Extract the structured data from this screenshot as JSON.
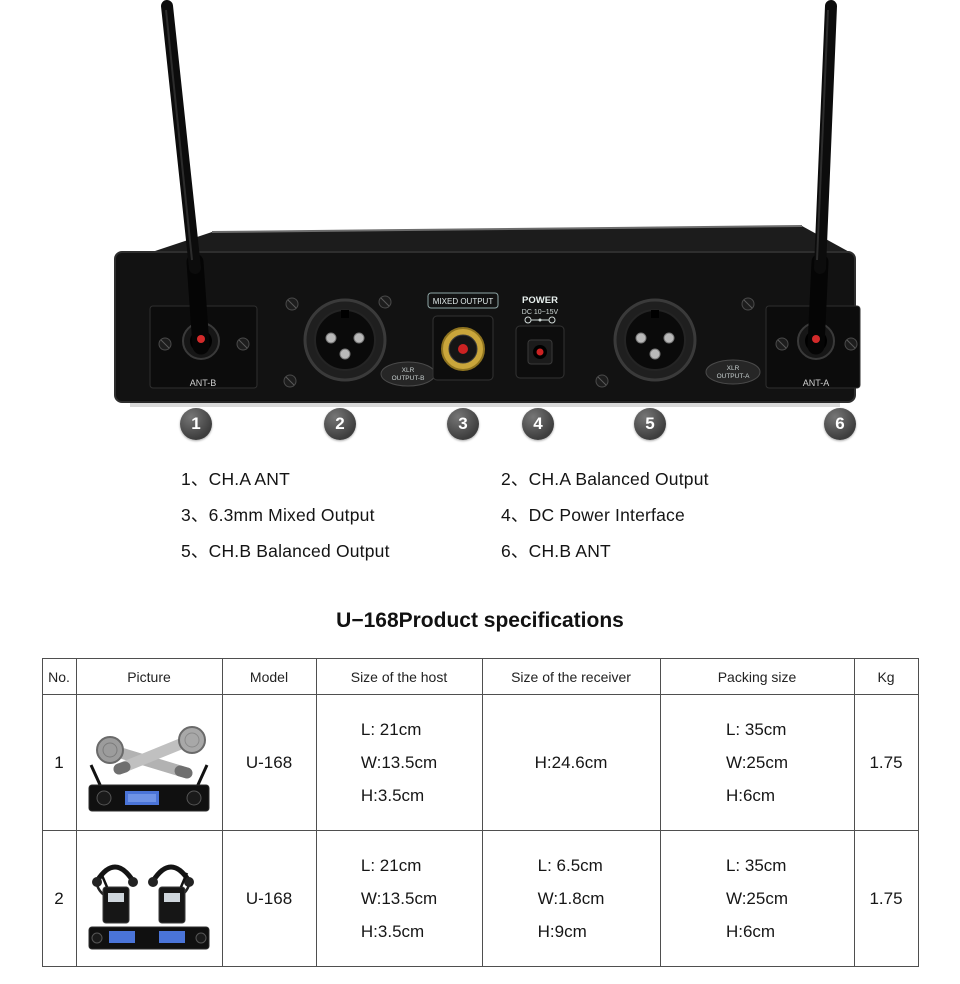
{
  "device": {
    "labels": {
      "ant_b": "ANT-B",
      "ant_a": "ANT-A",
      "xlr": "XLR",
      "output_b": "OUTPUT-B",
      "output_a": "OUTPUT-A",
      "mixed_output": "MIXED OUTPUT",
      "power": "POWER",
      "dc_rating": "DC 10~15V"
    },
    "callouts": [
      "1",
      "2",
      "3",
      "4",
      "5",
      "6"
    ]
  },
  "legend": {
    "items": [
      "1、CH.A ANT",
      "2、CH.A Balanced Output",
      "3、6.3mm Mixed Output",
      "4、DC Power Interface",
      "5、CH.B Balanced Output",
      "6、CH.B ANT"
    ]
  },
  "title": "U−168Product specifications",
  "table": {
    "headers": [
      "No.",
      "Picture",
      "Model",
      "Size of the host",
      "Size of the receiver",
      "Packing size",
      "Kg"
    ],
    "rows": [
      {
        "no": "1",
        "model": "U-168",
        "host": [
          "L: 21cm",
          "W:13.5cm",
          "H:3.5cm"
        ],
        "receiver": [
          "H:24.6cm"
        ],
        "packing": [
          "L: 35cm",
          "W:25cm",
          "H:6cm"
        ],
        "kg": "1.75"
      },
      {
        "no": "2",
        "model": "U-168",
        "host": [
          "L: 21cm",
          "W:13.5cm",
          "H:3.5cm"
        ],
        "receiver": [
          "L: 6.5cm",
          "W:1.8cm",
          "H:9cm"
        ],
        "packing": [
          "L: 35cm",
          "W:25cm",
          "H:6cm"
        ],
        "kg": "1.75"
      }
    ]
  }
}
